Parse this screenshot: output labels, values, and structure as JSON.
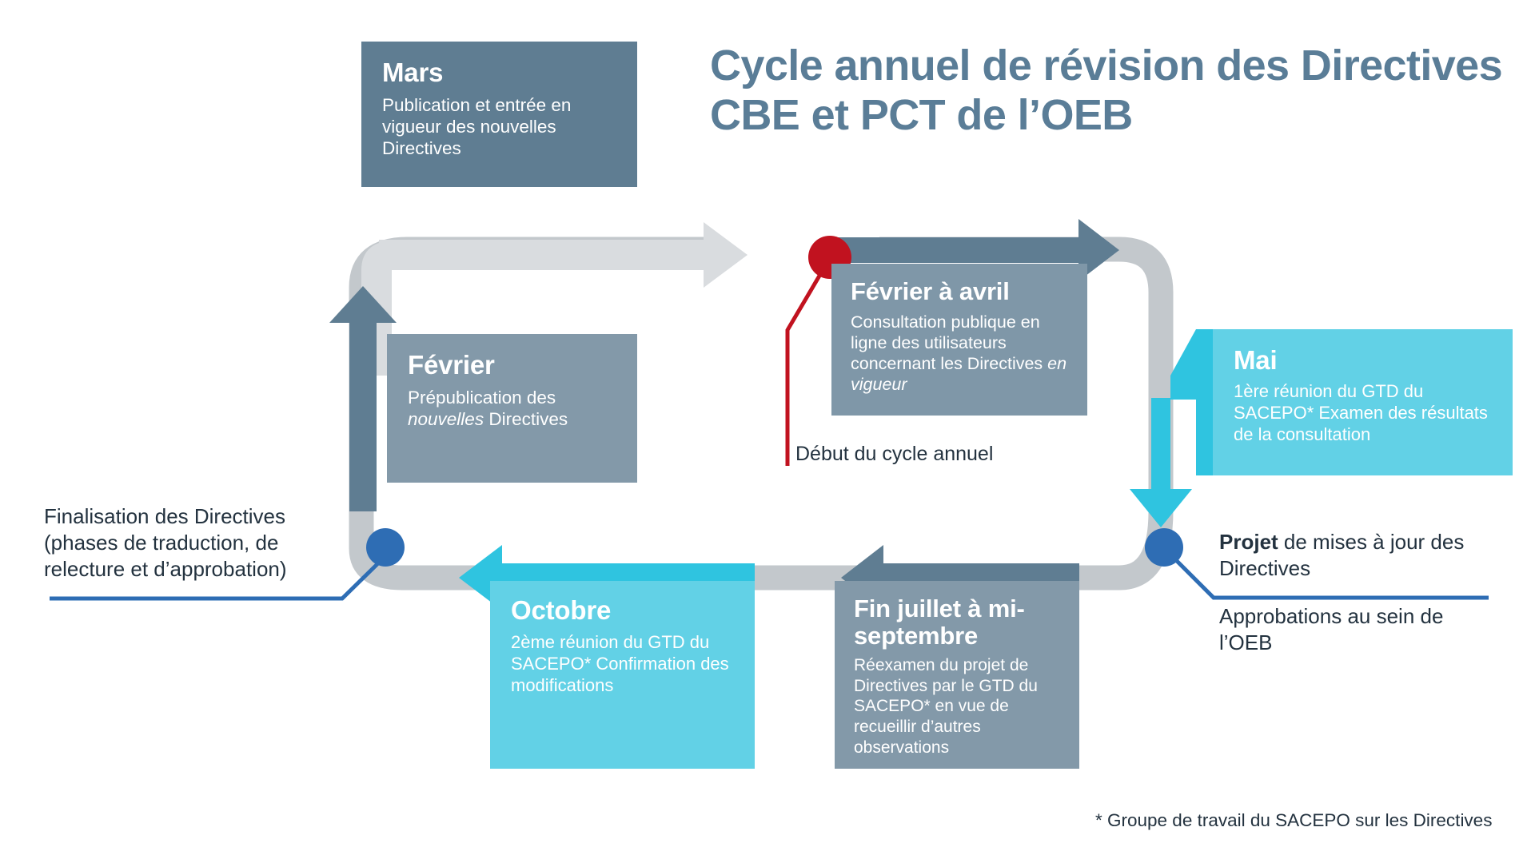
{
  "title": "Cycle annuel de révision des Directives CBE et PCT de l’OEB",
  "colors": {
    "dark_slate": "#5f7d92",
    "mid_slate": "#8399a9",
    "cyan": "#62d1e6",
    "ring_grey": "#c3c8cc",
    "arrow_pale": "#d9dcdf",
    "title_blue": "#5a7d97",
    "marker_red": "#c1121f",
    "marker_blue": "#2e6db4",
    "text_dark": "#23323f"
  },
  "boxes": {
    "mars": {
      "month": "Mars",
      "body": "Publication et entrée en vigueur des nouvelles Directives"
    },
    "fevrier": {
      "month": "Février",
      "body_pre": "Prépublication des ",
      "body_italic": "nouvelles",
      "body_post": " Directives"
    },
    "fevrier_avril": {
      "month": "Février à avril",
      "body_pre": "Consultation publique en ligne des utilisateurs concernant les Directives ",
      "body_italic": "en vigueur",
      "body_post": ""
    },
    "mai": {
      "month": "Mai",
      "body": "1ère réunion du GTD du SACEPO* Examen des résultats de la consultation"
    },
    "octobre": {
      "month": "Octobre",
      "body": "2ème réunion du GTD du SACEPO* Confirmation des modifications"
    },
    "fin_juillet": {
      "month": "Fin juillet à mi-septembre",
      "body": "Réexamen du projet de Directives par le GTD du SACEPO* en vue de recueillir d’autres observations"
    }
  },
  "annotations": {
    "start_cycle": "Début du cycle annuel",
    "left": "Finalisation des Directives (phases de traduction, de relecture et d’approbation)",
    "right_top_bold": "Projet",
    "right_top_rest": " de mises à jour des Directives",
    "right_bottom": "Approbations au sein de l’OEB"
  },
  "footnote": "* Groupe de travail du SACEPO sur les Directives",
  "icons": {
    "start_marker": "red-dot-marker",
    "left_marker": "blue-dot-marker",
    "right_marker": "blue-dot-marker"
  }
}
